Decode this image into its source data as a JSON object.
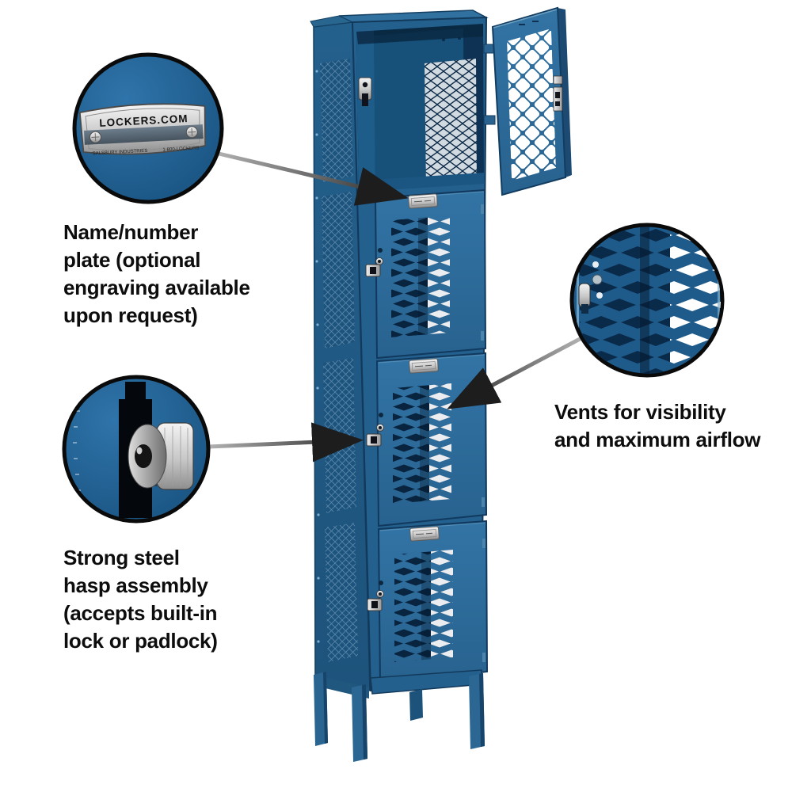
{
  "callouts": {
    "name_plate": {
      "label": "Name/number\nplate (optional\nengraving available\nupon request)",
      "plate": {
        "brand": "LOCKERS.COM",
        "manufacturer": "SALSBURY INDUSTRIES",
        "phone": "1-800-LOCKERS"
      }
    },
    "hasp": {
      "label": "Strong steel\nhasp assembly\n(accepts built-in\nlock or padlock)"
    },
    "vents": {
      "label": "Vents for visibility\nand maximum airflow"
    }
  },
  "colors": {
    "background": "#ffffff",
    "locker_blue": "#2f6fa0",
    "locker_frame_blue": "#24608e",
    "locker_edge_dark": "#16486e",
    "vent_hole_dark": "#08243f",
    "interior_dark": "#0d3254",
    "inset_circle_blue": "#1e5b8a",
    "inset_border_black": "#0a0a0a",
    "arrow_gray_light": "#adadad",
    "arrow_dark": "#1d1d1d",
    "plate_silver": "#d9d9d9",
    "plate_band_gray": "#5c6d7a",
    "label_text": "#0d0d0d"
  }
}
